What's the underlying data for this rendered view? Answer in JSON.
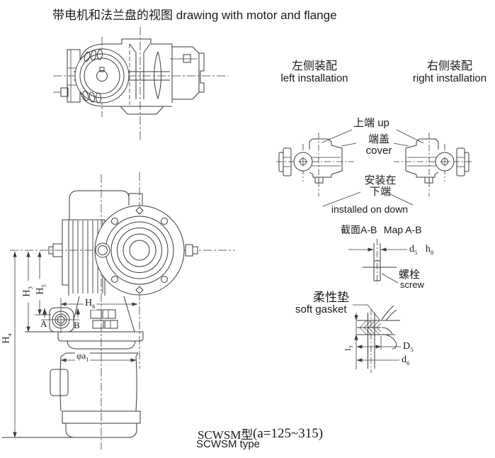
{
  "colors": {
    "line": "#3a3a3a",
    "text": "#1a1a1a",
    "bg": "#ffffff"
  },
  "title": {
    "zh": "带电机和法兰盘的视图",
    "en": "drawing with motor and flange"
  },
  "installation": {
    "left_zh": "左侧装配",
    "left_en": "left installation",
    "right_zh": "右侧装配",
    "right_en": "right installation",
    "up_zh": "上端",
    "up_en": "up",
    "cover_zh": "端盖",
    "cover_en": "cover",
    "mount_zh_line1": "安装在",
    "mount_zh_line2": "下端",
    "mount_en": "installed on down"
  },
  "section_ab": {
    "zh": "截面A-B",
    "en": "Map A-B",
    "screw_zh": "螺栓",
    "screw_en": "screw"
  },
  "gasket": {
    "zh": "柔性垫",
    "en": "soft gasket"
  },
  "dims": {
    "H3": {
      "base": "H",
      "sub": "3"
    },
    "H4": {
      "base": "H",
      "sub": "4"
    },
    "H5": {
      "base": "H",
      "sub": "5"
    },
    "H6": {
      "base": "H",
      "sub": "6"
    },
    "phi_a1": {
      "base": "φa",
      "sub": "1"
    },
    "d5": {
      "base": "d",
      "sub": "5"
    },
    "h8": {
      "base": "h",
      "sub": "8"
    },
    "D5": {
      "base": "D",
      "sub": "5"
    },
    "d6": {
      "base": "d",
      "sub": "6"
    },
    "l3": {
      "base": "l",
      "sub": "3"
    },
    "point_a": "A",
    "point_b": "B"
  },
  "model": {
    "zh": "SCWSM型",
    "en": "SCWSM type",
    "range": "(a=125~315)"
  }
}
